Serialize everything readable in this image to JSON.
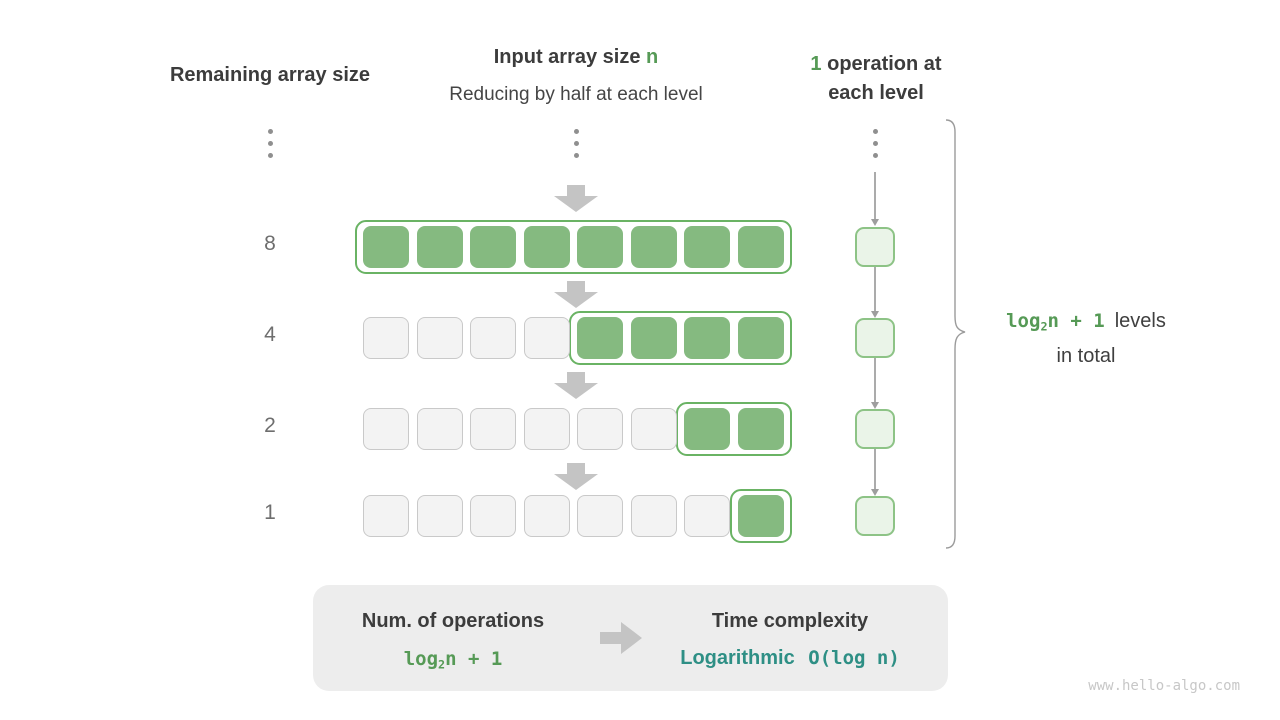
{
  "colors": {
    "accent_green": "#569a56",
    "cell_green": "#85ba80",
    "container_border_green": "#6ab364",
    "op_cell_fill": "#eaf4e8",
    "op_cell_border": "#8dc386",
    "teal": "#2e8f85",
    "block_arrow_gray": "#c4c4c4"
  },
  "headers": {
    "left": "Remaining array size",
    "center_title_prefix": "Input array size ",
    "center_title_highlight": "n",
    "center_subtitle": "Reducing by half at each level",
    "right_highlight": "1",
    "right_line1_rest": " operation at",
    "right_line2": "each level"
  },
  "diagram": {
    "rows": [
      {
        "label": "8",
        "cells": 8,
        "highlight_start": 0
      },
      {
        "label": "4",
        "cells": 8,
        "highlight_start": 4
      },
      {
        "label": "2",
        "cells": 8,
        "highlight_start": 6
      },
      {
        "label": "1",
        "cells": 8,
        "highlight_start": 7
      }
    ],
    "ops_levels": 4
  },
  "annotation": {
    "formula_prefix": "log",
    "formula_sub": "2",
    "formula_suffix": "n + 1",
    "line1_text": "levels",
    "line2_text": "in total"
  },
  "summary": {
    "left_title": "Num. of operations",
    "formula_prefix": "log",
    "formula_sub": "2",
    "formula_suffix": "n + 1",
    "right_title": "Time complexity",
    "complexity_name": "Logarithmic",
    "complexity_notation": "O(log n)"
  },
  "watermark": "www.hello-algo.com"
}
